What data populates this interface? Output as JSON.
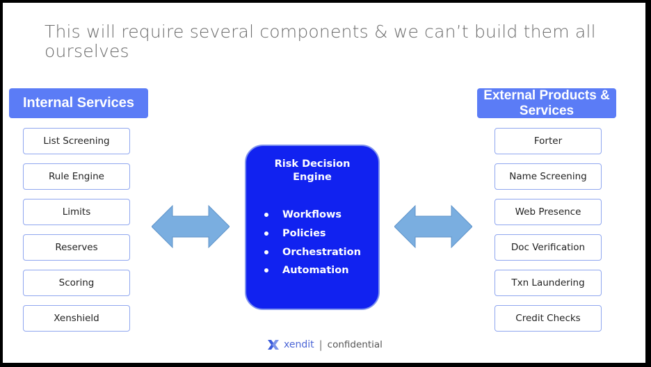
{
  "slide": {
    "title": "This will require several components & we can’t build them all ourselves"
  },
  "internal": {
    "heading": "Internal Services",
    "items": [
      "List Screening",
      "Rule Engine",
      "Limits",
      "Reserves",
      "Scoring",
      "Xenshield"
    ]
  },
  "external": {
    "heading": "External Products & Services",
    "items": [
      "Forter",
      "Name Screening",
      "Web Presence",
      "Doc Verification",
      "Txn Laundering",
      "Credit Checks"
    ]
  },
  "engine": {
    "title": "Risk Decision\nEngine",
    "items": [
      "Workflows",
      "Policies",
      "Orchestration",
      "Automation"
    ]
  },
  "footer": {
    "brand": "xendit",
    "separator": "|",
    "label": "confidential"
  },
  "colors": {
    "heading_bg": "#5b7cf6",
    "engine_bg": "#1122f0",
    "arrow": "#7aaee0",
    "box_border": "#8fa6ef"
  }
}
